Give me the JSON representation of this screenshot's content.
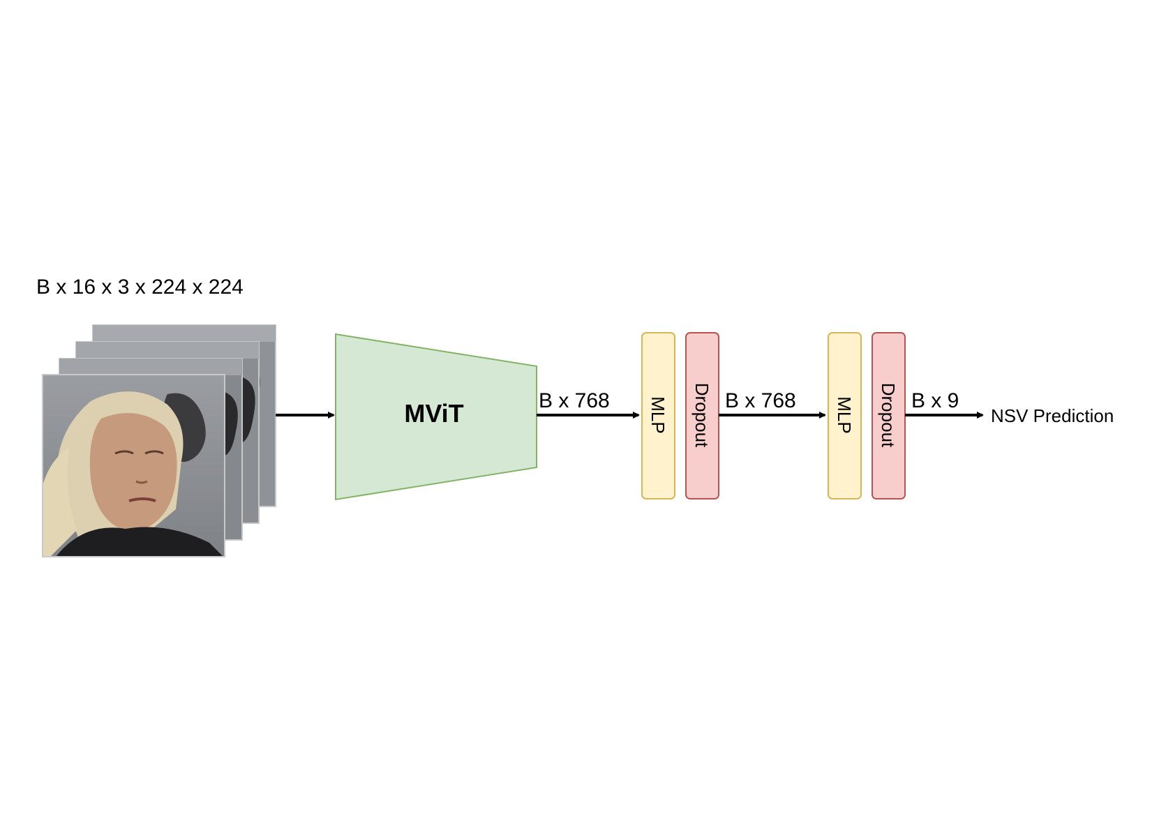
{
  "input": {
    "shape_label": "B x 16 x 3 x 224 x 224",
    "frame_count_drawn": 4,
    "frame_description": "stacked video frames"
  },
  "encoder": {
    "label": "MViT",
    "fill": "#d5e8d4",
    "stroke": "#82b366"
  },
  "head": {
    "edge1_label": "B x 768",
    "mlp1_label": "MLP",
    "dropout1_label": "Dropout",
    "edge2_label": "B x 768",
    "mlp2_label": "MLP",
    "dropout2_label": "Dropout",
    "edge3_label": "B x 9"
  },
  "output": {
    "label": "NSV Prediction"
  },
  "colors": {
    "mlp_fill": "#fff2cc",
    "mlp_stroke": "#d6b656",
    "dropout_fill": "#f8cecc",
    "dropout_stroke": "#b85450",
    "arrow": "#000000"
  }
}
